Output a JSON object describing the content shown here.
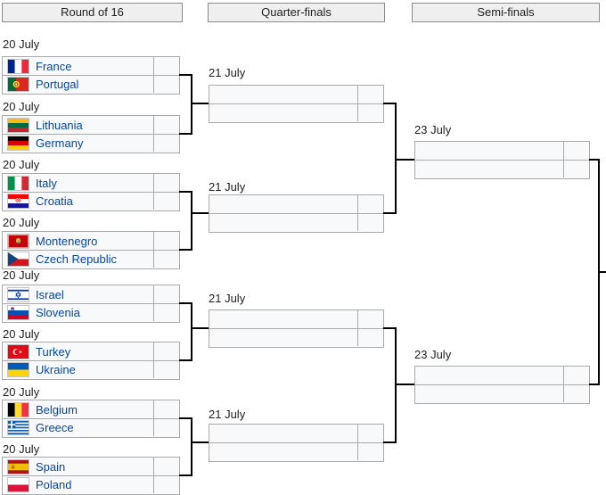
{
  "columns": [
    {
      "label": "Round of 16"
    },
    {
      "label": "Quarter-finals"
    },
    {
      "label": "Semi-finals"
    }
  ],
  "round_of_16": {
    "matches": [
      {
        "date": "20 July",
        "teams": [
          {
            "name": "France",
            "flag": "france-flag-icon",
            "score": ""
          },
          {
            "name": "Portugal",
            "flag": "portugal-flag-icon",
            "score": ""
          }
        ]
      },
      {
        "date": "20 July",
        "teams": [
          {
            "name": "Lithuania",
            "flag": "lithuania-flag-icon",
            "score": ""
          },
          {
            "name": "Germany",
            "flag": "germany-flag-icon",
            "score": ""
          }
        ]
      },
      {
        "date": "20 July",
        "teams": [
          {
            "name": "Italy",
            "flag": "italy-flag-icon",
            "score": ""
          },
          {
            "name": "Croatia",
            "flag": "croatia-flag-icon",
            "score": ""
          }
        ]
      },
      {
        "date": "20 July",
        "teams": [
          {
            "name": "Montenegro",
            "flag": "montenegro-flag-icon",
            "score": ""
          },
          {
            "name": "Czech Republic",
            "flag": "czech-republic-flag-icon",
            "score": ""
          }
        ]
      },
      {
        "date": "20 July",
        "teams": [
          {
            "name": "Israel",
            "flag": "israel-flag-icon",
            "score": ""
          },
          {
            "name": "Slovenia",
            "flag": "slovenia-flag-icon",
            "score": ""
          }
        ]
      },
      {
        "date": "20 July",
        "teams": [
          {
            "name": "Turkey",
            "flag": "turkey-flag-icon",
            "score": ""
          },
          {
            "name": "Ukraine",
            "flag": "ukraine-flag-icon",
            "score": ""
          }
        ]
      },
      {
        "date": "20 July",
        "teams": [
          {
            "name": "Belgium",
            "flag": "belgium-flag-icon",
            "score": ""
          },
          {
            "name": "Greece",
            "flag": "greece-flag-icon",
            "score": ""
          }
        ]
      },
      {
        "date": "20 July",
        "teams": [
          {
            "name": "Spain",
            "flag": "spain-flag-icon",
            "score": ""
          },
          {
            "name": "Poland",
            "flag": "poland-flag-icon",
            "score": ""
          }
        ]
      }
    ]
  },
  "quarter_finals": {
    "matches": [
      {
        "date": "21 July",
        "teams": [
          {
            "name": "",
            "score": ""
          },
          {
            "name": "",
            "score": ""
          }
        ]
      },
      {
        "date": "21 July",
        "teams": [
          {
            "name": "",
            "score": ""
          },
          {
            "name": "",
            "score": ""
          }
        ]
      },
      {
        "date": "21 July",
        "teams": [
          {
            "name": "",
            "score": ""
          },
          {
            "name": "",
            "score": ""
          }
        ]
      },
      {
        "date": "21 July",
        "teams": [
          {
            "name": "",
            "score": ""
          },
          {
            "name": "",
            "score": ""
          }
        ]
      }
    ]
  },
  "semi_finals": {
    "matches": [
      {
        "date": "23 July",
        "teams": [
          {
            "name": "",
            "score": ""
          },
          {
            "name": "",
            "score": ""
          }
        ]
      },
      {
        "date": "23 July",
        "teams": [
          {
            "name": "",
            "score": ""
          },
          {
            "name": "",
            "score": ""
          }
        ]
      }
    ]
  },
  "colors": {
    "team_link": "#0645ad",
    "bracket_line": "#000000",
    "cell_background": "#f8f9fa",
    "cell_border": "#aaaaaa",
    "header_background": "#efefef"
  }
}
